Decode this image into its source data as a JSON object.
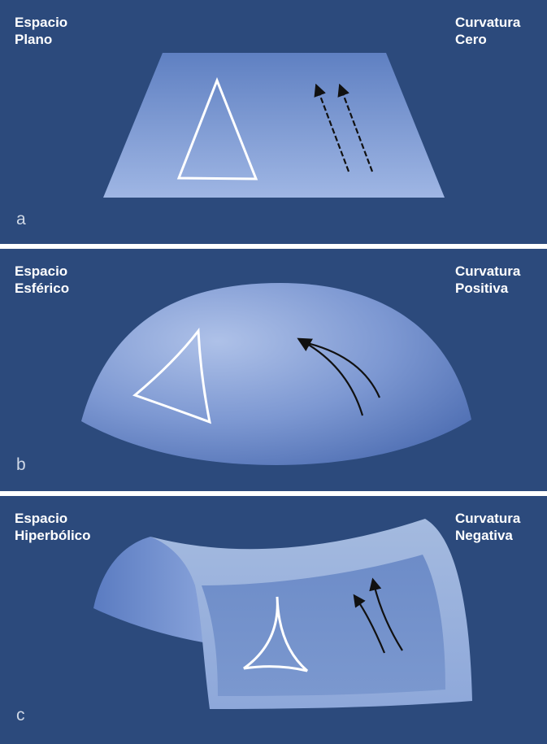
{
  "panels": [
    {
      "id": "a",
      "space_line1": "Espacio",
      "space_line2": "Plano",
      "curvature_line1": "Curvatura",
      "curvature_line2": "Cero",
      "letter": "a"
    },
    {
      "id": "b",
      "space_line1": "Espacio",
      "space_line2": "Esférico",
      "curvature_line1": "Curvatura",
      "curvature_line2": "Positiva",
      "letter": "b"
    },
    {
      "id": "c",
      "space_line1": "Espacio",
      "space_line2": "Hiperbólico",
      "curvature_line1": "Curvatura",
      "curvature_line2": "Negativa",
      "letter": "c"
    }
  ],
  "colors": {
    "background": "#2c4a7c",
    "surface_light": "#a9bde6",
    "surface_dark": "#5a7cc0",
    "triangle": "#ffffff",
    "arrows": "#111111",
    "separator": "#ffffff"
  }
}
